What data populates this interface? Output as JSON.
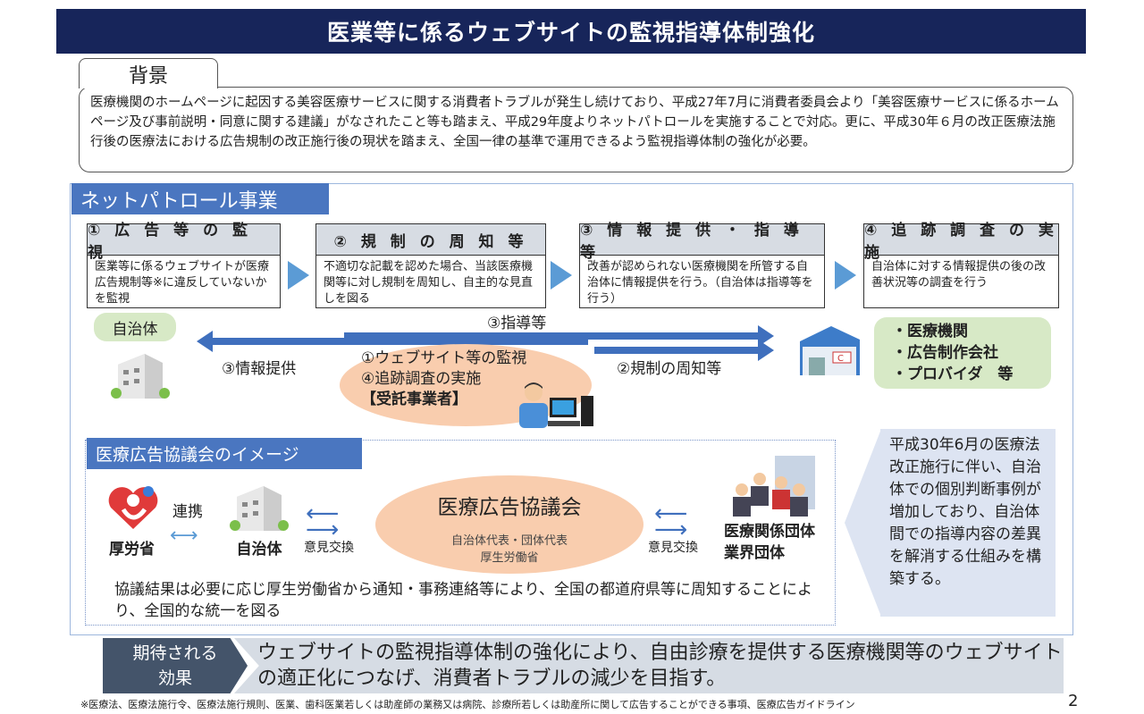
{
  "title": "医業等に係るウェブサイトの監視指導体制強化",
  "background": {
    "label": "背景",
    "text": "医療機関のホームページに起因する美容医療サービスに関する消費者トラブルが発生し続けており、平成27年7月に消費者委員会より「美容医療サービスに係るホームページ及び事前説明・同意に関する建議」がなされたこと等も踏まえ、平成29年度よりネットパトロールを実施することで対応。更に、平成30年６月の改正医療法施行後の医療法における広告規制の改正施行後の現状を踏まえ、全国一律の基準で運用できるよう監視指導体制の強化が必要。"
  },
  "net_patrol": {
    "label": "ネットパトロール事業",
    "steps": [
      {
        "title": "① 広 告 等 の 監 視",
        "body": "医業等に係るウェブサイトが医療広告規制等※に違反していないかを監視"
      },
      {
        "title": "② 規 制 の 周 知 等",
        "body": "不適切な記載を認めた場合、当該医療機関等に対し規制を周知し、自主的な見直しを図る"
      },
      {
        "title": "③ 情 報 提 供 ・ 指 導 等",
        "body": "改善が認められない医療機関を所管する自治体に情報提供を行う。（自治体は指導等を行う）"
      },
      {
        "title": "④ 追 跡 調 査 の 実 施",
        "body": "自治体に対する情報提供の後の改善状況等の調査を行う"
      }
    ],
    "municipality": "自治体",
    "guidance": "③指導等",
    "info_provision": "③情報提供",
    "notice": "②規制の周知等",
    "contractor": {
      "line1": "①ウェブサイト等の監視",
      "line2": "④追跡調査の実施",
      "line3": "【受託事業者】"
    },
    "targets": [
      "・医療機関",
      "・広告制作会社",
      "・プロバイダ　等"
    ]
  },
  "council": {
    "label": "医療広告協議会のイメージ",
    "mhlw": "厚労省",
    "cooperation": "連携",
    "municipality": "自治体",
    "exchange_left": "意見交換",
    "exchange_right": "意見交換",
    "name": "医療広告協議会",
    "members1": "自治体代表・団体代表",
    "members2": "厚生労働省",
    "groups1": "医療関係団体",
    "groups2": "業界団体",
    "result": "協議結果は必要に応じ厚生労働省から通知・事務連絡等により、全国の都道府県等に周知することにより、全国的な統一を図る"
  },
  "callout": "平成30年6月の医療法改正施行に伴い、自治体での個別判断事例が増加しており、自治体間での指導内容の差異を解消する仕組みを構築する。",
  "expected": {
    "label1": "期待される",
    "label2": "効果",
    "text": "ウェブサイトの監視指導体制の強化により、自由診療を提供する医療機関等のウェブサイトの適正化につなげ、消費者トラブルの減少を目指す。"
  },
  "footnote": "※医療法、医療法施行令、医療法施行規則、医業、歯科医業若しくは助産師の業務又は病院、診療所若しくは助産所に関して広告することができる事項、医療広告ガイドライン",
  "page": "2"
}
